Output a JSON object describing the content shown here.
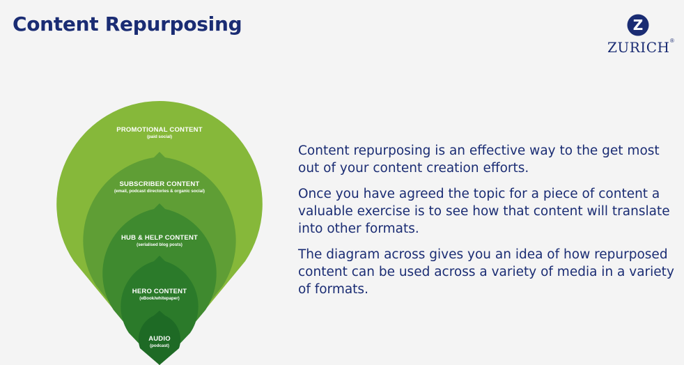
{
  "slide": {
    "title": "Content Repurposing",
    "brand": {
      "name": "ZURICH",
      "mark": "Z",
      "registered": "®",
      "color": "#1a2c73"
    }
  },
  "diagram": {
    "layers": [
      {
        "label": "PROMOTIONAL CONTENT",
        "sub": "(paid social)",
        "color": "#86b83a"
      },
      {
        "label": "SUBSCRIBER CONTENT",
        "sub": "(email, podcast directories & organic social)",
        "color": "#5f9e35"
      },
      {
        "label": "HUB & HELP CONTENT",
        "sub": "(serialised blog posts)",
        "color": "#3f8a2f"
      },
      {
        "label": "HERO CONTENT",
        "sub": "(eBook/whitepaper)",
        "color": "#2b7a2a"
      },
      {
        "label": "AUDIO",
        "sub": "(podcast)",
        "color": "#1e6a25"
      }
    ]
  },
  "body": {
    "paragraphs": [
      "Content repurposing is an effective way to the get most out of your content creation efforts.",
      "Once you have agreed the topic for a piece of content a valuable exercise is to see how that content will translate into other formats.",
      "The diagram across gives you an idea of how repurposed content can be used across a variety of media in a variety of formats."
    ]
  }
}
